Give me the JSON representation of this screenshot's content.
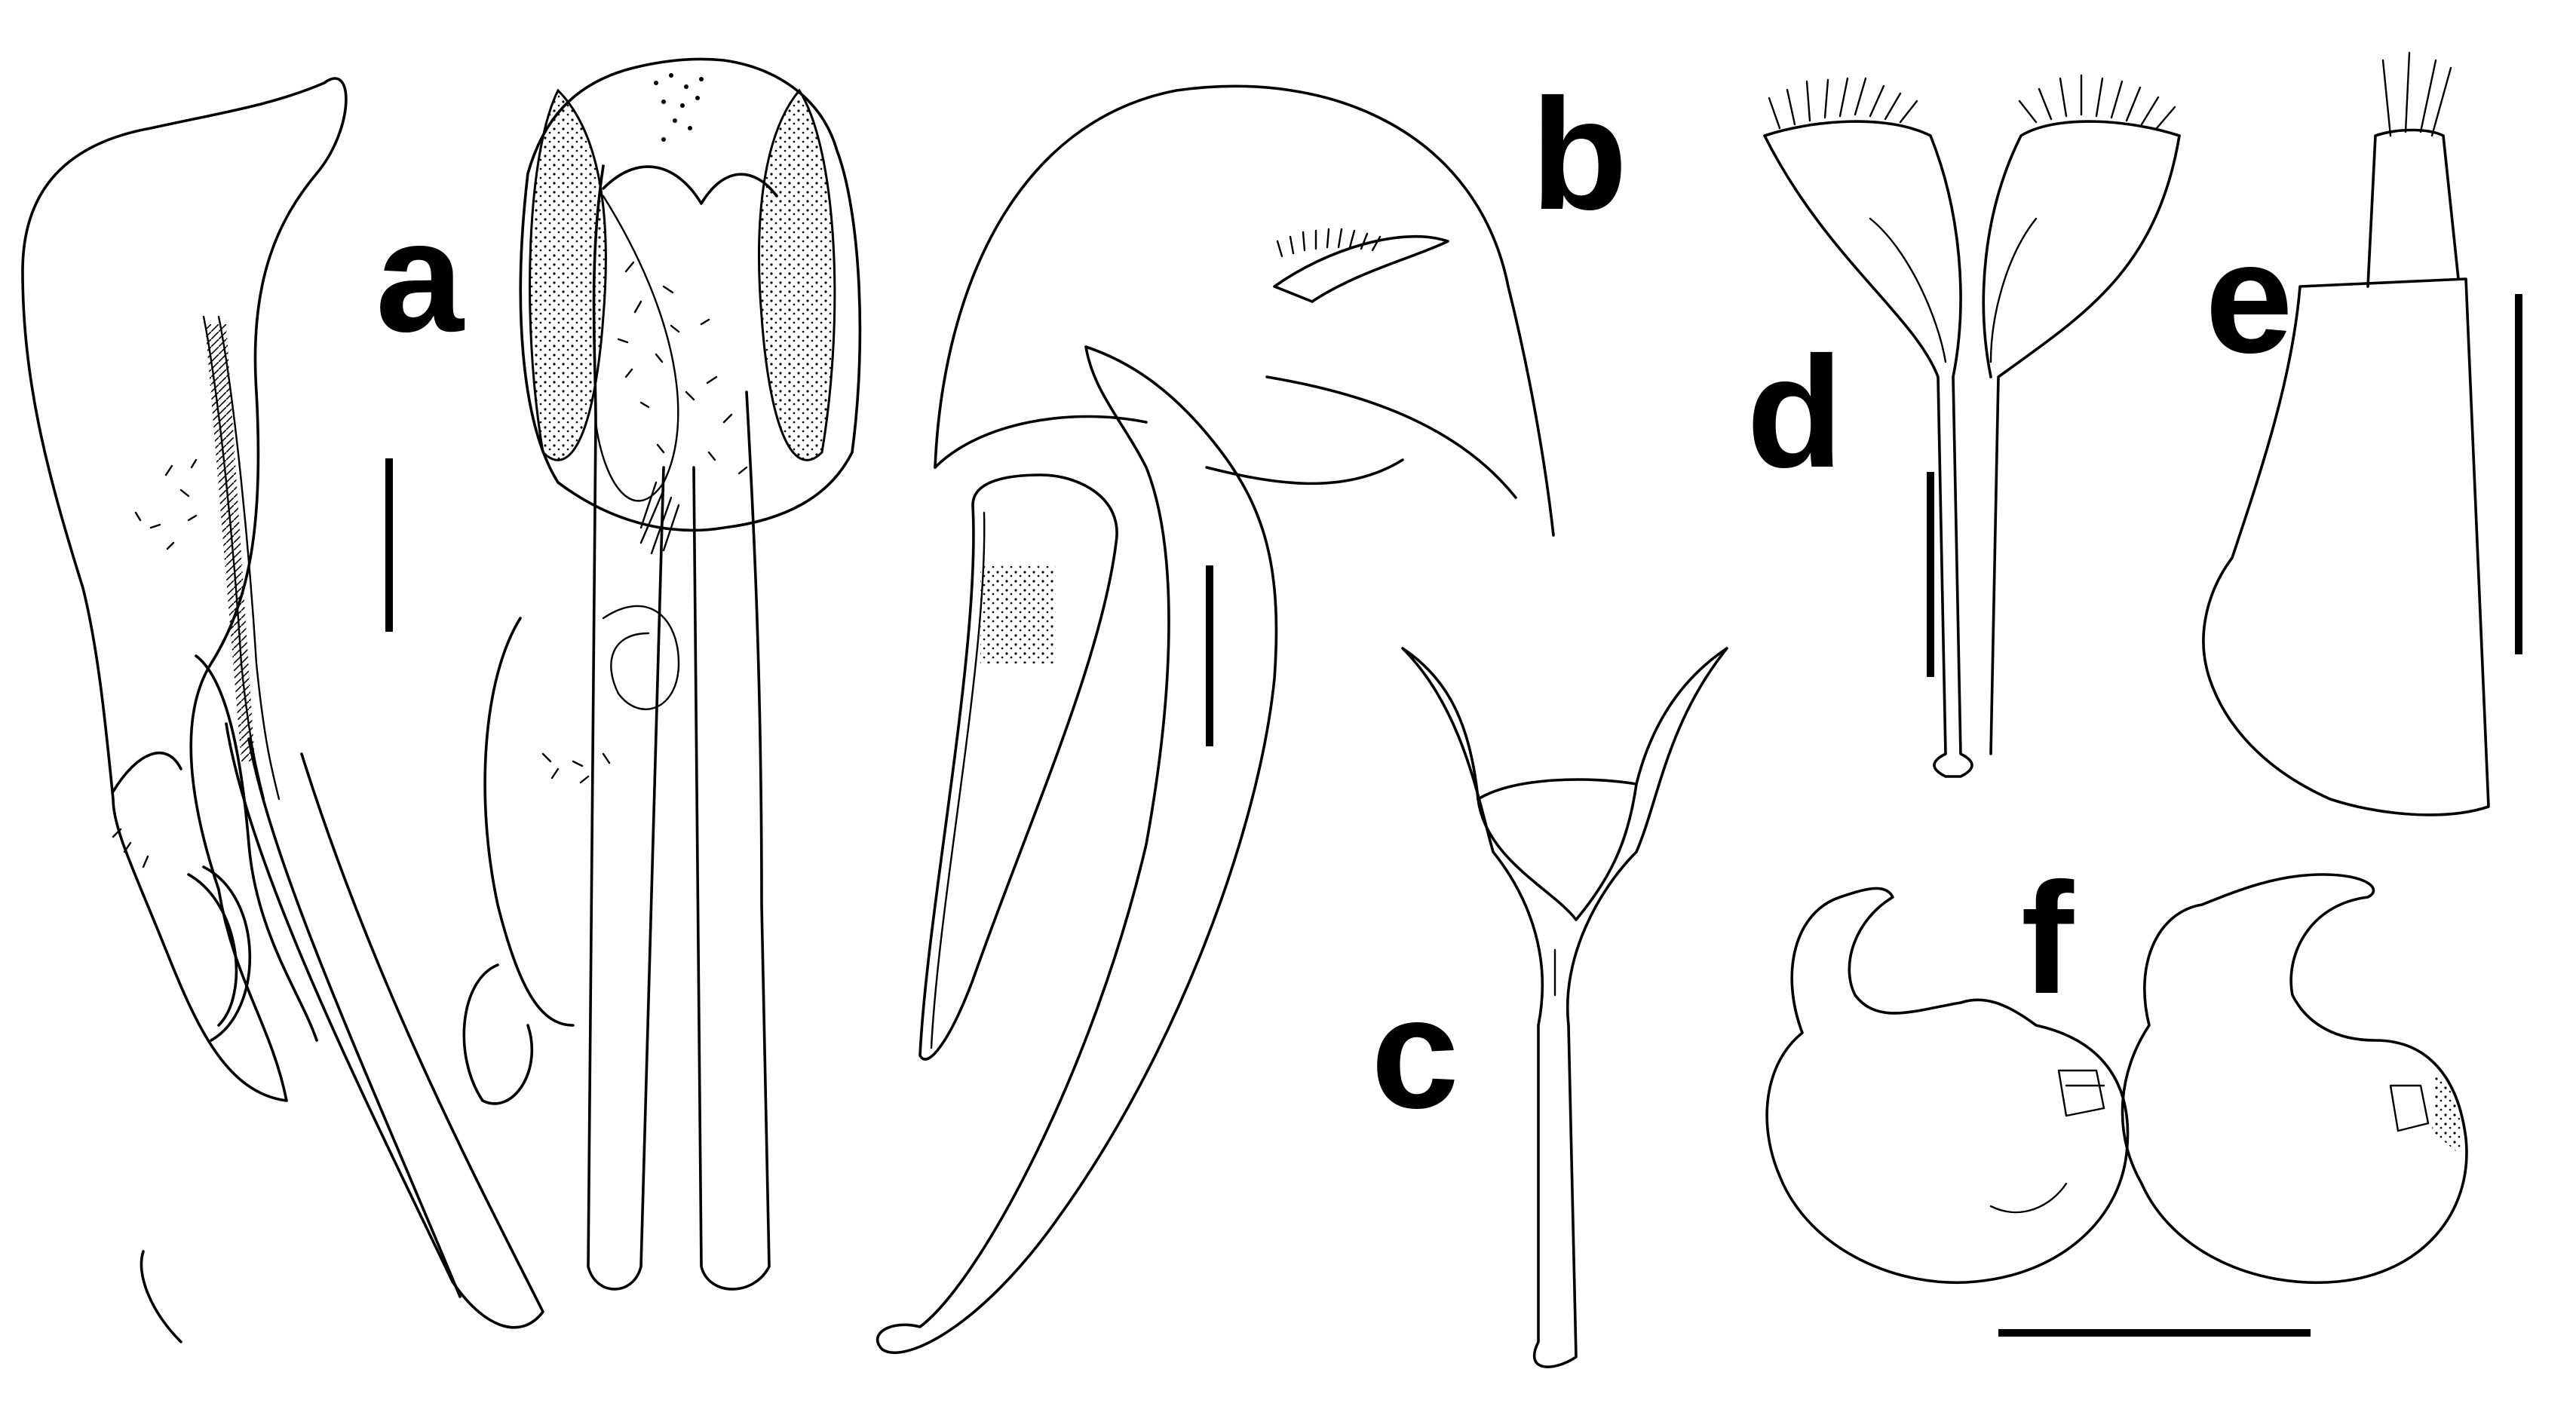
{
  "figure": {
    "panels": [
      {
        "id": "a",
        "label": "a"
      },
      {
        "id": "b",
        "label": "b"
      },
      {
        "id": "c",
        "label": "c"
      },
      {
        "id": "d",
        "label": "d"
      },
      {
        "id": "e",
        "label": "e"
      },
      {
        "id": "f",
        "label": "f"
      }
    ]
  }
}
